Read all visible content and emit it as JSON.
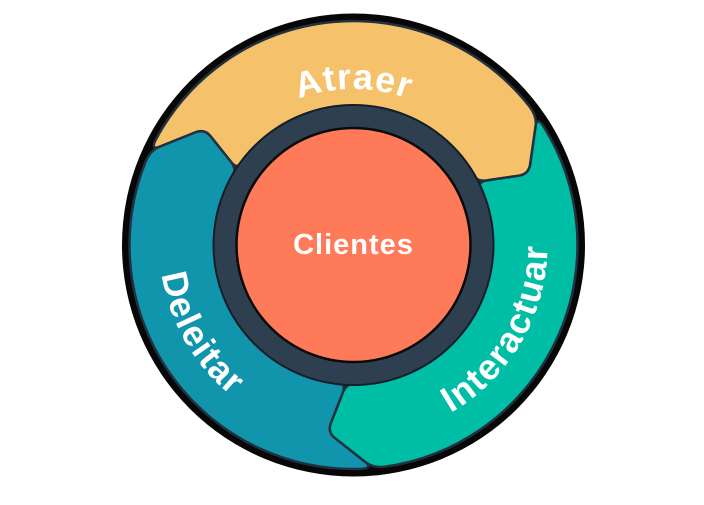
{
  "diagram": {
    "center_label": "Clientes",
    "segments": [
      {
        "id": "atraer",
        "label": "Atraer"
      },
      {
        "id": "interactuar",
        "label": "Interactuar"
      },
      {
        "id": "deleitar",
        "label": "Deleitar"
      }
    ]
  },
  "colors": {
    "atraer": "#F5C26B",
    "interactuar": "#00BDA5",
    "deleitar": "#1195AC",
    "hub_ring": "#2E3F50",
    "hub_center": "#FF7A59",
    "outer_rim": "#070707",
    "segment_outline": "#22303F",
    "label_text": "#FFFFFF",
    "background": "#FFFFFF"
  }
}
